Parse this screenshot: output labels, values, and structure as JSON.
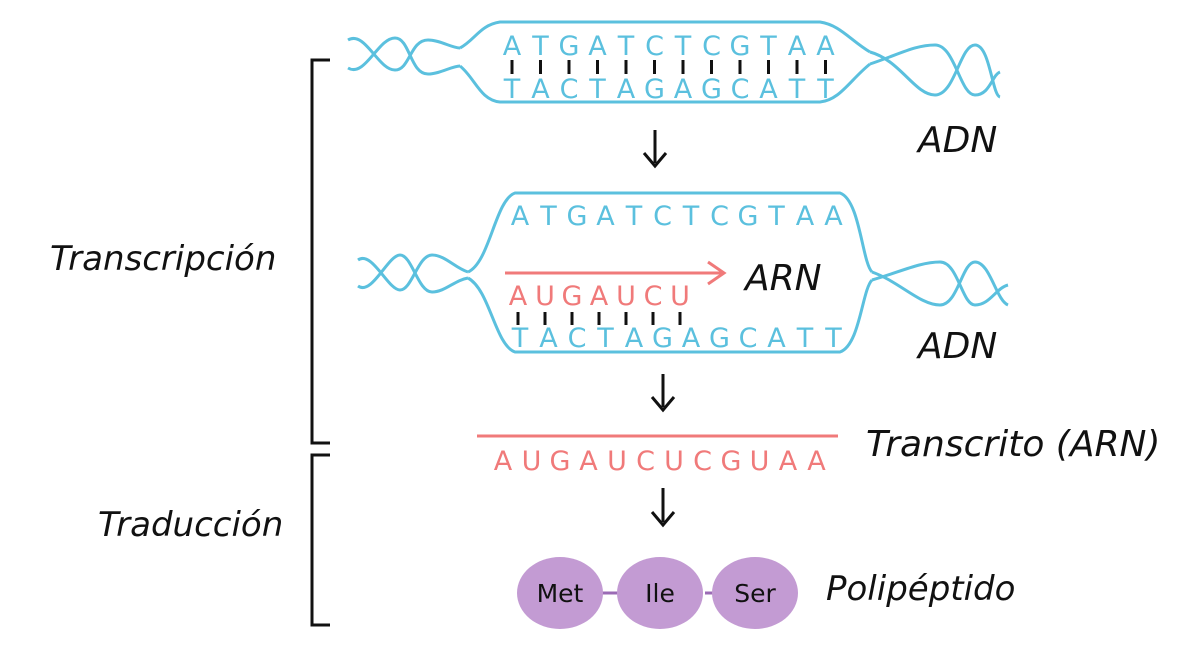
{
  "colors": {
    "dna": "#5bc0de",
    "rna": "#f07a7a",
    "ink": "#111111",
    "protein": "#c39bd3",
    "protein_link": "#9b6bb5"
  },
  "stages": {
    "transcription_label": "Transcripción",
    "translation_label": "Traducción"
  },
  "dna_top": {
    "strand1": [
      "A",
      "T",
      "G",
      "A",
      "T",
      "C",
      "T",
      "C",
      "G",
      "T",
      "A",
      "A"
    ],
    "strand2": [
      "T",
      "A",
      "C",
      "T",
      "A",
      "G",
      "A",
      "G",
      "C",
      "A",
      "T",
      "T"
    ],
    "label": "ADN"
  },
  "dna_open": {
    "strand1": [
      "A",
      "T",
      "G",
      "A",
      "T",
      "C",
      "T",
      "C",
      "G",
      "T",
      "A",
      "A"
    ],
    "rna_partial": [
      "A",
      "U",
      "G",
      "A",
      "U",
      "C",
      "U"
    ],
    "strand2": [
      "T",
      "A",
      "C",
      "T",
      "A",
      "G",
      "A",
      "G",
      "C",
      "A",
      "T",
      "T"
    ],
    "rna_label": "ARN",
    "dna_label": "ADN"
  },
  "transcript": {
    "sequence": [
      "A",
      "U",
      "G",
      "A",
      "U",
      "C",
      "U",
      "C",
      "G",
      "U",
      "A",
      "A"
    ],
    "label": "Transcrito (ARN)"
  },
  "polypeptide": {
    "amino_acids": [
      "Met",
      "Ile",
      "Ser"
    ],
    "label": "Polipéptido"
  }
}
